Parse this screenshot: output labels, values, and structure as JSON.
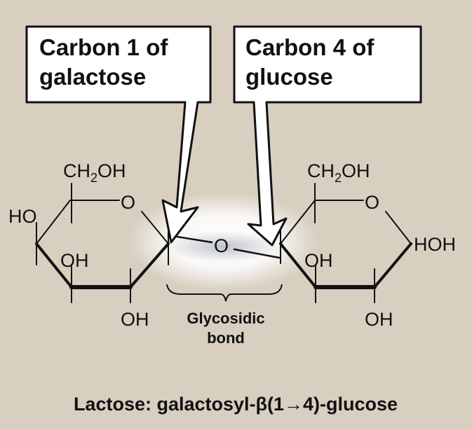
{
  "callouts": {
    "left": {
      "line1": "Carbon 1 of",
      "line2": "galactose"
    },
    "right": {
      "line1": "Carbon 4 of",
      "line2": "glucose"
    }
  },
  "galactose": {
    "ch2oh_ch": "CH",
    "ch2oh_sub": "2",
    "ch2oh_oh": "OH",
    "ring_o": "O",
    "c4_ho": "HO",
    "c3_oh": "OH",
    "c2_oh": "OH"
  },
  "glycosidic_o": "O",
  "glucose": {
    "ch2oh_ch": "CH",
    "ch2oh_sub": "2",
    "ch2oh_oh": "OH",
    "ring_o": "O",
    "c1_hoh": "HOH",
    "c3_oh": "OH",
    "c2_oh": "OH"
  },
  "bracket": {
    "line1": "Glycosidic",
    "line2": "bond"
  },
  "caption": "Lactose: galactosyl-β(1→4)-glucose",
  "colors": {
    "background": "#d9cfc1",
    "ink": "#111111",
    "callout_fill": "#ffffff",
    "glow": "#ffffff"
  }
}
